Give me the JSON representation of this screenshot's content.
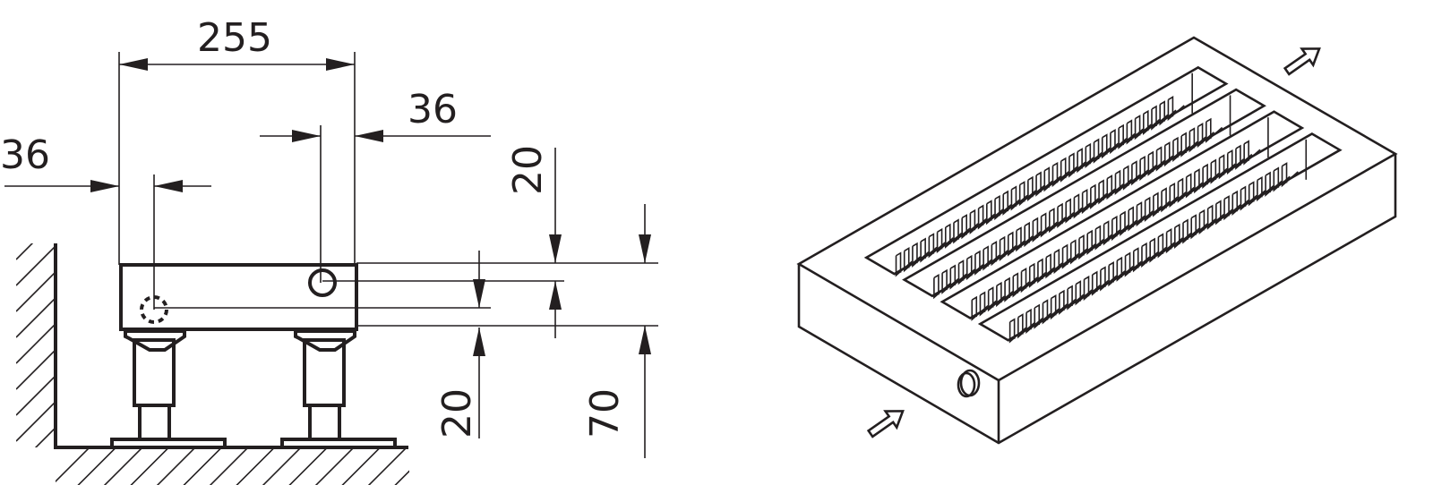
{
  "dimensions": {
    "width": "255",
    "left_offset": "36",
    "right_offset": "36",
    "top_pipe_height": "20",
    "bottom_pipe_height": "20",
    "total_height": "70"
  },
  "colors": {
    "line": "#231f20",
    "background": "#ffffff"
  },
  "icons": {
    "airflow_in": "arrow-up-right-outline",
    "airflow_out": "arrow-up-right-outline"
  }
}
